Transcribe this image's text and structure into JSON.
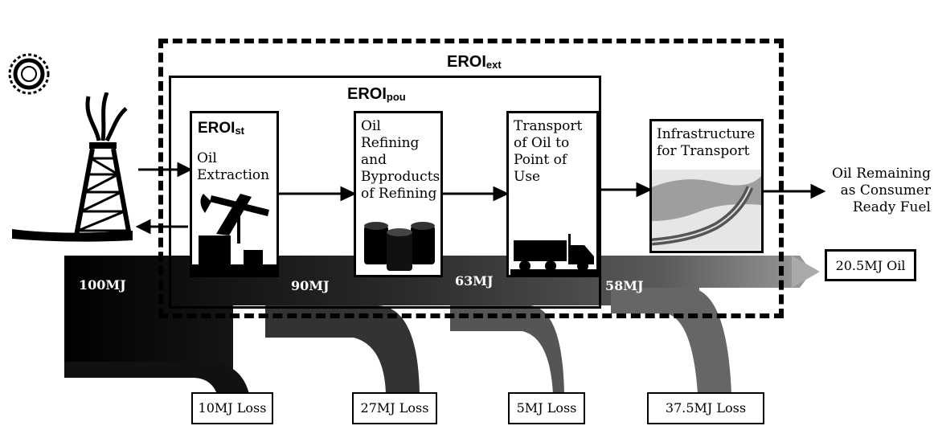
{
  "boundaries": {
    "ext_main": "EROI",
    "ext_sub": "ext",
    "pou_main": "EROI",
    "pou_sub": "pou"
  },
  "stages": [
    {
      "id": "extraction",
      "title_main": "EROI",
      "title_sub": "st",
      "label": "Oil Extraction"
    },
    {
      "id": "refining",
      "label": "Oil Refining and Byproducts of Refining"
    },
    {
      "id": "transport",
      "label": "Transport of Oil to Point of Use"
    },
    {
      "id": "infrastructure",
      "label": "Infrastructure for Transport"
    }
  ],
  "output_label": "Oil Remaining as Consumer Ready Fuel",
  "flows": [
    {
      "label": "100MJ",
      "value": 100
    },
    {
      "label": "90MJ",
      "value": 90
    },
    {
      "label": "63MJ",
      "value": 63
    },
    {
      "label": "58MJ",
      "value": 58
    }
  ],
  "losses": [
    {
      "label": "10MJ Loss",
      "value": 10
    },
    {
      "label": "27MJ Loss",
      "value": 27
    },
    {
      "label": "5MJ Loss",
      "value": 5
    },
    {
      "label": "37.5MJ Loss",
      "value": 37.5
    }
  ],
  "final_output": {
    "label": "20.5MJ Oil",
    "value": 20.5
  }
}
